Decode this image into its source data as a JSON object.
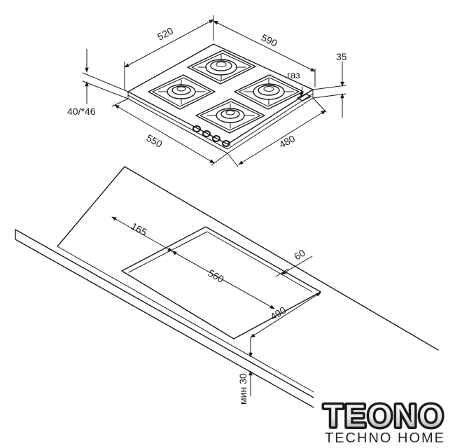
{
  "hob": {
    "width_label": "520",
    "depth_label": "590",
    "thickness_label": "35",
    "height_label": "40/*46",
    "cut_depth_label": "550",
    "cut_width_label": "480",
    "gas_label": "газ"
  },
  "cutout": {
    "offset_label": "165",
    "width_label": "560",
    "depth_label": "490",
    "edge_label": "60",
    "min_thickness_label": "мин 30"
  },
  "brand": {
    "name": "TEONO",
    "tagline": "TECHNO HOME"
  }
}
